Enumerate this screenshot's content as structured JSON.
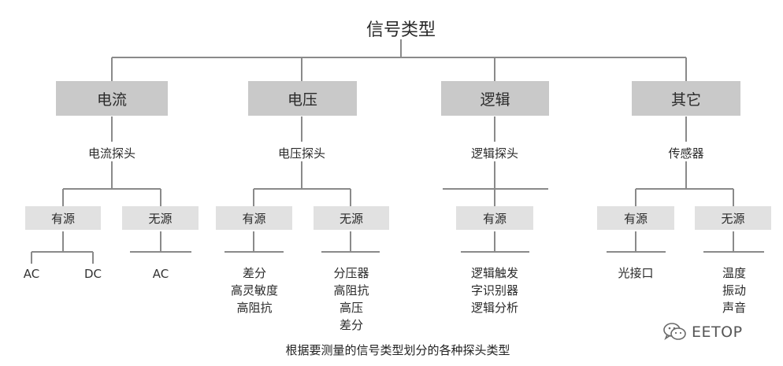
{
  "title": "信号类型",
  "categories": [
    {
      "label": "电流",
      "probe": "电流探头"
    },
    {
      "label": "电压",
      "probe": "电压探头"
    },
    {
      "label": "逻辑",
      "probe": "逻辑探头"
    },
    {
      "label": "其它",
      "probe": "传感器"
    }
  ],
  "sources": {
    "current_active": "有源",
    "current_passive": "无源",
    "voltage_active": "有源",
    "voltage_passive": "无源",
    "logic_active": "有源",
    "other_active": "有源",
    "other_passive": "无源"
  },
  "leaves": {
    "ac_1": "AC",
    "dc": "DC",
    "ac_2": "AC",
    "voltage_active_items": [
      "差分",
      "高灵敏度",
      "高阻抗"
    ],
    "voltage_passive_items": [
      "分压器",
      "高阻抗",
      "高压",
      "差分"
    ],
    "logic_active_items": [
      "逻辑触发",
      "字识别器",
      "逻辑分析"
    ],
    "other_active_items": [
      "光接口"
    ],
    "other_passive_items": [
      "温度",
      "振动",
      "声音"
    ]
  },
  "caption": "根据要测量的信号类型划分的各种探头类型",
  "watermark": "EETOP"
}
